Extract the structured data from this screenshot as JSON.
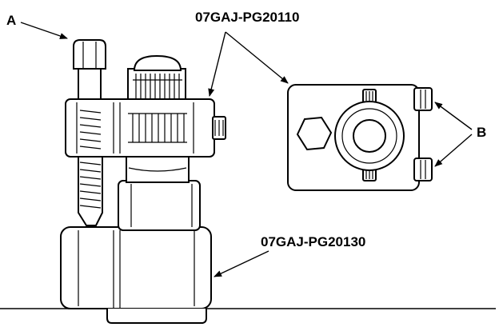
{
  "labels": {
    "a": "A",
    "b": "B",
    "part_top": "07GAJ-PG20110",
    "part_bottom": "07GAJ-PG20130"
  },
  "colors": {
    "ink": "#000000",
    "background": "#ffffff"
  }
}
